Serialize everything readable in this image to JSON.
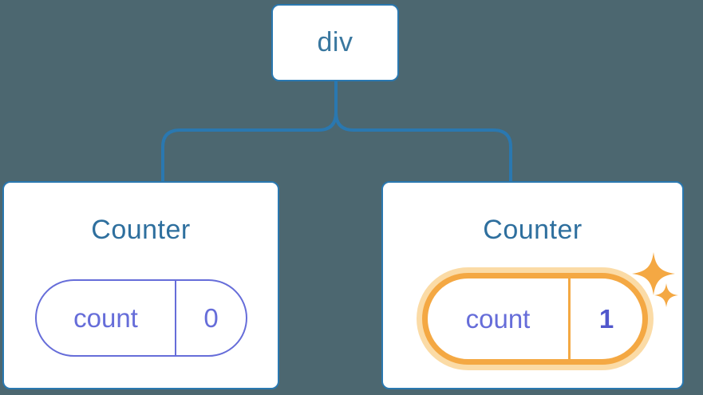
{
  "diagram": {
    "description": "Component tree with shared component type but isolated state",
    "root": {
      "label": "div"
    },
    "children": [
      {
        "title": "Counter",
        "state": {
          "key": "count",
          "value": "0"
        },
        "highlighted": false
      },
      {
        "title": "Counter",
        "state": {
          "key": "count",
          "value": "1"
        },
        "highlighted": true
      }
    ],
    "icons": {
      "sparkles": "sparkles-icon (two 4-point stars)"
    },
    "colors": {
      "background": "#4c6770",
      "connector_blue": "#2a78b0",
      "node_text_blue": "#39779f",
      "title_blue": "#2e6f9e",
      "state_purple": "#666dd9",
      "state_value_bold_purple": "#5157cc",
      "highlight_orange": "#f4a843",
      "highlight_halo": "#fbdba6",
      "card_background": "#ffffff"
    }
  }
}
